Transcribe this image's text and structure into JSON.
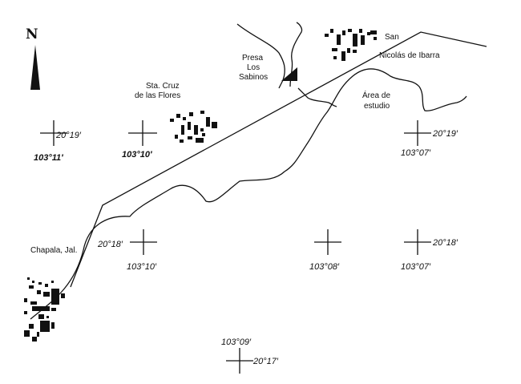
{
  "north_label": "N",
  "places": {
    "san": "San",
    "nicolas": "Nicolás de Ibarra",
    "presa_1": "Presa",
    "presa_2": "Los",
    "presa_3": "Sabinos",
    "sta_cruz_1": "Sta. Cruz",
    "sta_cruz_2": "de las Flores",
    "area_1": "Área de",
    "area_2": "estudio",
    "chapala": "Chapala, Jal."
  },
  "coords": {
    "lat_1919_left": "20°19′",
    "lon_10311": "103°11′",
    "lon_10310_top": "103°10′",
    "lat_1919_right": "20°19′",
    "lon_10307_top": "103°07′",
    "lat_1818_left": "20°18′",
    "lon_10310_bottom": "103°10′",
    "lon_10308": "103°08′",
    "lat_1818_right": "20°18′",
    "lon_10307_bottom": "103°07′",
    "lon_10309": "103°09′",
    "lat_1717": "20°17′"
  },
  "colors": {
    "ink": "#111111",
    "paper": "#ffffff"
  }
}
